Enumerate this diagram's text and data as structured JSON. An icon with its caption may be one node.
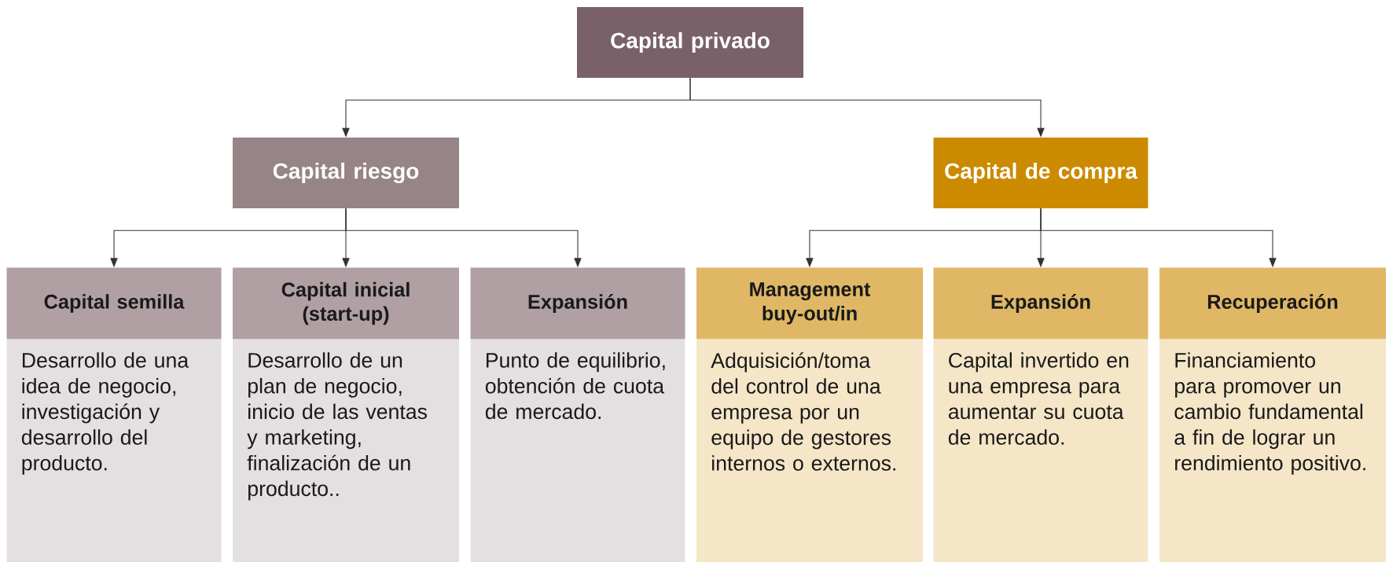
{
  "diagram": {
    "nodes": [
      {
        "text": [
          "Capital privado"
        ]
      },
      {
        "text": [
          "Capital riesgo"
        ]
      },
      {
        "text": [
          "Capital de compra"
        ]
      },
      {
        "text": [
          "Capital semilla",
          "Desarrollo de una idea de negocio, investigación y desarrollo del producto."
        ]
      },
      {
        "text": [
          "Capital inicial (start-up)",
          "Desarrollo de un plan de negocio, inicio de las ventas y marketing, finalización de un producto.."
        ]
      },
      {
        "text": [
          "Expansión",
          "Punto de equilibrio, obtención de cuota de mercado."
        ]
      },
      {
        "text": [
          "Management buy-out/in",
          "Adquisición/toma del control de una empresa por un equipo de gestores internos o externos."
        ]
      },
      {
        "text": [
          "Expansión",
          "Capital invertido en una empresa para aumentar su cuota de mercado."
        ]
      },
      {
        "text": [
          "Recuperación",
          "Financiamiento para promover un cambio fundamental a fin de lograr un rendimiento positivo."
        ]
      }
    ],
    "edges": [
      {
        "from": 0,
        "to": 1,
        "arrow": "to"
      },
      {
        "from": 0,
        "to": 2,
        "arrow": "to"
      },
      {
        "from": 1,
        "to": 3,
        "arrow": "to"
      },
      {
        "from": 1,
        "to": 4,
        "arrow": "to"
      },
      {
        "from": 1,
        "to": 5,
        "arrow": "to"
      },
      {
        "from": 2,
        "to": 6,
        "arrow": "to"
      },
      {
        "from": 2,
        "to": 7,
        "arrow": "to"
      },
      {
        "from": 2,
        "to": 8,
        "arrow": "to"
      }
    ]
  }
}
